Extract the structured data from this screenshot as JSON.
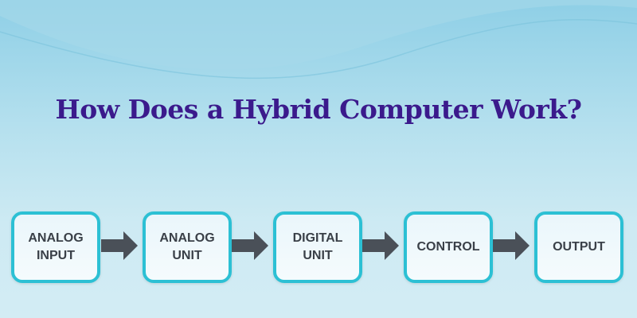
{
  "title": "How Does a Hybrid Computer Work?",
  "steps": [
    {
      "label": "ANALOG\nINPUT"
    },
    {
      "label": "ANALOG\nUNIT"
    },
    {
      "label": "DIGITAL\nUNIT"
    },
    {
      "label": "CONTROL"
    },
    {
      "label": "OUTPUT"
    }
  ],
  "colors": {
    "title": "#3b1a8c",
    "box_border": "#2cc0d4",
    "arrow": "#4a5058"
  }
}
